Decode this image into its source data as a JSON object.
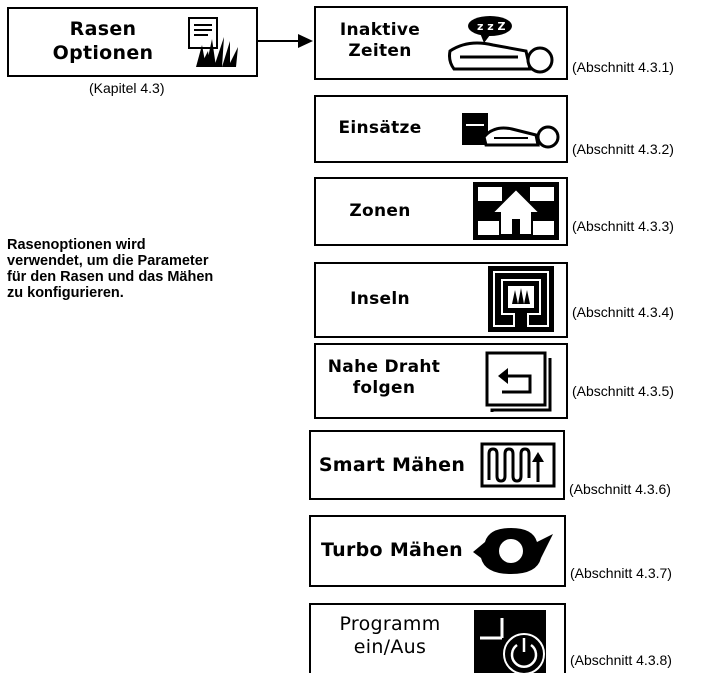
{
  "main_menu": {
    "label_line1": "Rasen",
    "label_line2": "Optionen",
    "caption": "(Kapitel 4.3)",
    "icon": "lawn-grass-icon"
  },
  "description": [
    "Rasenoptionen wird",
    "verwendet, um die Parameter",
    "für den Rasen und das Mähen",
    "zu konfigurieren."
  ],
  "items": [
    {
      "label": [
        "Inaktive",
        "Zeiten"
      ],
      "ref": "(Abschnitt 4.3.1)",
      "icon": "sleeping-mower-icon"
    },
    {
      "label": [
        "Einsätze"
      ],
      "ref": "(Abschnitt 4.3.2)",
      "icon": "mower-dock-icon"
    },
    {
      "label": [
        "Zonen"
      ],
      "ref": "(Abschnitt 4.3.3)",
      "icon": "zones-house-icon"
    },
    {
      "label": [
        "Inseln"
      ],
      "ref": "(Abschnitt 4.3.4)",
      "icon": "islands-icon"
    },
    {
      "label": [
        "Nahe Draht",
        "folgen"
      ],
      "ref": "(Abschnitt 4.3.5)",
      "icon": "follow-wire-icon"
    },
    {
      "label": [
        "Smart Mähen"
      ],
      "ref": "(Abschnitt 4.3.6)",
      "icon": "smart-mowing-icon"
    },
    {
      "label": [
        "Turbo Mähen"
      ],
      "ref": "(Abschnitt 4.3.7)",
      "icon": "turbo-mowing-icon"
    },
    {
      "label": [
        "Programm",
        "ein/Aus"
      ],
      "ref": "(Abschnitt 4.3.8)",
      "icon": "program-power-icon"
    }
  ]
}
